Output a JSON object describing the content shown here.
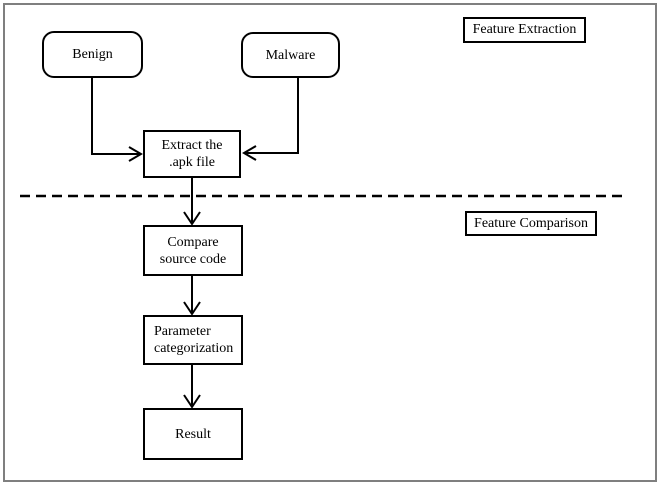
{
  "figure": {
    "labels": {
      "feature_extraction": "Feature Extraction",
      "feature_comparison": "Feature Comparison"
    },
    "nodes": {
      "benign": "Benign",
      "malware": "Malware",
      "extract_line1": "Extract the",
      "extract_line2": ".apk file",
      "compare_line1": "Compare",
      "compare_line2": "source code",
      "parameter_line1": "Parameter",
      "parameter_line2": "categorization",
      "result": "Result"
    },
    "edges": [
      {
        "from": "benign",
        "to": "extract"
      },
      {
        "from": "malware",
        "to": "extract"
      },
      {
        "from": "extract",
        "to": "compare"
      },
      {
        "from": "compare",
        "to": "parameter"
      },
      {
        "from": "parameter",
        "to": "result"
      }
    ],
    "sections": [
      {
        "name": "Feature Extraction",
        "position": "above dashed divider"
      },
      {
        "name": "Feature Comparison",
        "position": "below dashed divider"
      }
    ],
    "colors": {
      "line": "#000000",
      "frame": "#7f7f7f",
      "background": "#ffffff"
    }
  }
}
